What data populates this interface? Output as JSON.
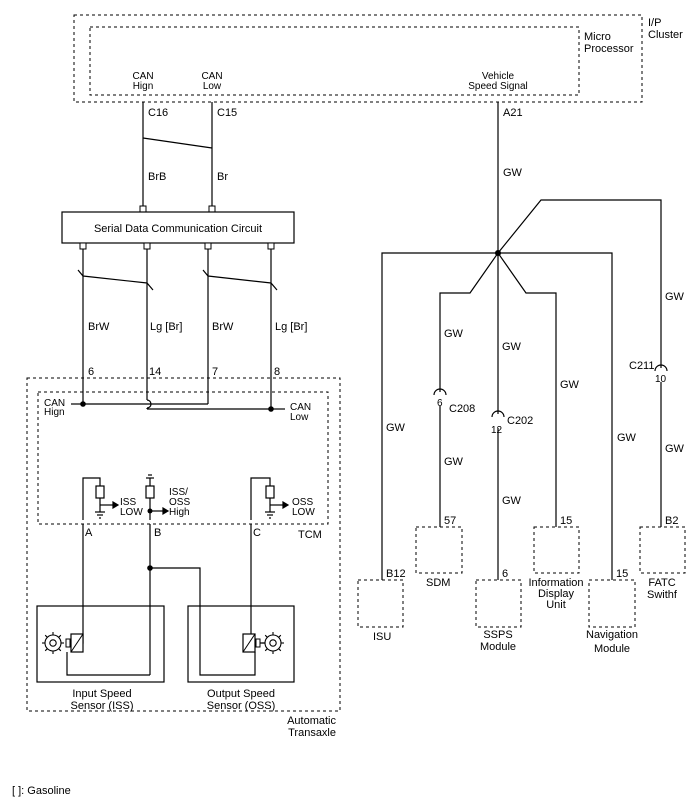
{
  "labels": {
    "ip_cluster_1": "I/P",
    "ip_cluster_2": "Cluster",
    "micro_1": "Micro",
    "micro_2": "Processor",
    "can_high_1": "CAN",
    "can_high_2": "Hign",
    "can_low_1": "CAN",
    "can_low_2": "Low",
    "vss_1": "Vehicle",
    "vss_2": "Speed Signal",
    "serial_circuit": "Serial Data Communication Circuit",
    "tcm_can_high_1": "CAN",
    "tcm_can_high_2": "Hign",
    "tcm_can_low_1": "CAN",
    "tcm_can_low_2": "Low",
    "iss_low_1": "ISS",
    "iss_low_2": "LOW",
    "iss_oss_1": "ISS/",
    "iss_oss_2": "OSS",
    "iss_oss_3": "High",
    "oss_low_1": "OSS",
    "oss_low_2": "LOW",
    "tcm": "TCM",
    "input_sensor_1": "Input Speed",
    "input_sensor_2": "Sensor (ISS)",
    "output_sensor_1": "Output Speed",
    "output_sensor_2": "Sensor (OSS)",
    "automatic_1": "Automatic",
    "automatic_2": "Transaxle",
    "isu": "ISU",
    "sdm": "SDM",
    "ssps_1": "SSPS",
    "ssps_2": "Module",
    "info_1": "Information",
    "info_2": "Display",
    "info_3": "Unit",
    "nav_1": "Navigation",
    "nav_2": "Module",
    "fatc_1": "FATC",
    "fatc_2": "Swithf",
    "legend": "[  ]: Gasoline"
  },
  "connectors": {
    "c16": "C16",
    "c15": "C15",
    "a21": "A21",
    "c208": "C208",
    "c202": "C202",
    "c211": "C211",
    "pin_6": "6",
    "pin_14": "14",
    "pin_7": "7",
    "pin_8": "8",
    "pin_a": "A",
    "pin_b": "B",
    "pin_c": "C",
    "b12": "B12",
    "sdm_pin": "57",
    "ssps_pin": "6",
    "info_pin": "15",
    "nav_pin": "15",
    "b2": "B2",
    "c208_pin": "6",
    "c202_pin": "12",
    "c211_pin": "10"
  },
  "wires": {
    "brb": "BrB",
    "br": "Br",
    "brw_1": "BrW",
    "lgbr_1": "Lg [Br]",
    "brw_2": "BrW",
    "lgbr_2": "Lg [Br]",
    "gw_main": "GW",
    "gw_fatc_top": "GW",
    "gw_sdm_top": "GW",
    "gw_ssps_top": "GW",
    "gw_info": "GW",
    "gw_isu": "GW",
    "gw_sdm_bottom": "GW",
    "gw_ssps_bottom": "GW",
    "gw_nav": "GW",
    "gw_fatc_bottom": "GW"
  }
}
